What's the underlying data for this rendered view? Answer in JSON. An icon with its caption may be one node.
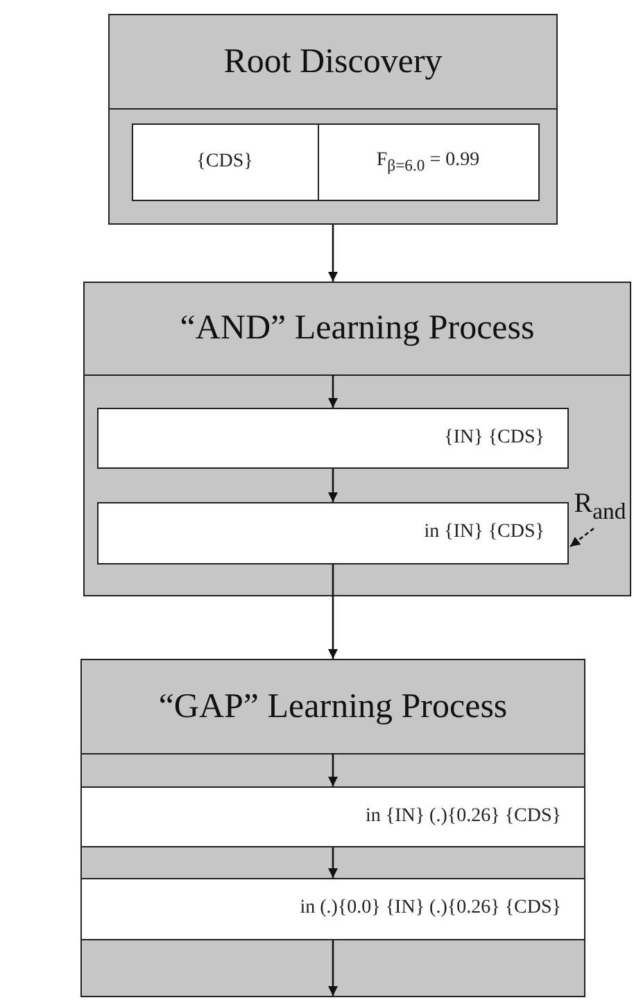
{
  "diagram": {
    "nodes": [
      {
        "text": [
          "Root Discovery"
        ]
      },
      {
        "text": [
          "{CDS}"
        ],
        "in": 0
      },
      {
        "text": [
          "F$_{β=6.0}$ = 0.99"
        ],
        "in": 0
      },
      {
        "text": [
          "“AND” Learning Process"
        ]
      },
      {
        "text": [
          "{IN} {CDS}"
        ],
        "in": 3
      },
      {
        "text": [
          "in {IN} {CDS}"
        ],
        "in": 3
      },
      {
        "text": [
          "“GAP” Learning Process"
        ]
      },
      {
        "text": [
          "in {IN} (.){0.26} {CDS}"
        ],
        "in": 6
      },
      {
        "text": [
          "in (.){0.0} {IN} (.){0.26} {CDS}"
        ],
        "in": 6
      },
      {
        "text": [
          "R$_{and}$"
        ],
        "in": 3
      }
    ],
    "edges": [
      {
        "from": 0,
        "to": 3,
        "arrow": "to"
      },
      {
        "from": null,
        "to": 4,
        "arrow": "to"
      },
      {
        "from": 4,
        "to": 5,
        "arrow": "to"
      },
      {
        "from": 5,
        "to": 6,
        "arrow": "to"
      },
      {
        "from": null,
        "to": 7,
        "arrow": "to"
      },
      {
        "from": 7,
        "to": 8,
        "arrow": "to"
      },
      {
        "from": 8,
        "to": null,
        "arrow": "to"
      },
      {
        "from": 9,
        "to": 5,
        "arrow": "to",
        "style": "dashed"
      }
    ]
  }
}
